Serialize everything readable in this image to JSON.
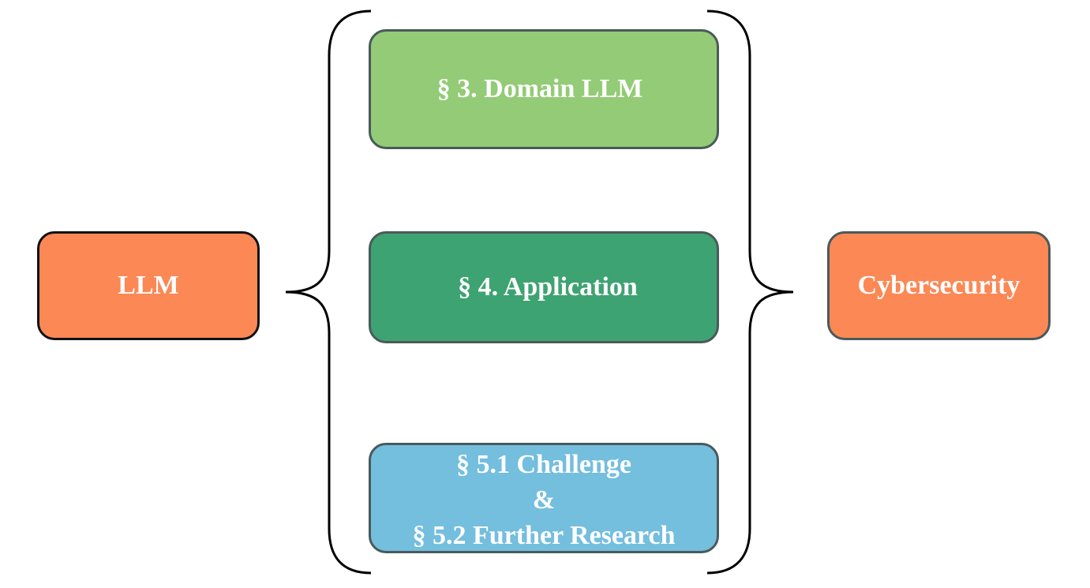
{
  "diagram": {
    "left_node": {
      "label": "LLM"
    },
    "sections": [
      {
        "label": "§ 3. Domain LLM",
        "color": "#93cb76"
      },
      {
        "label": "§ 4. Application",
        "color": "#3ea372"
      },
      {
        "lines": [
          "§ 5.1 Challenge",
          "&",
          "§ 5.2 Further Research"
        ],
        "color": "#74bede"
      }
    ],
    "right_node": {
      "label": "Cybersecurity"
    },
    "node_color": "#fc8855"
  }
}
